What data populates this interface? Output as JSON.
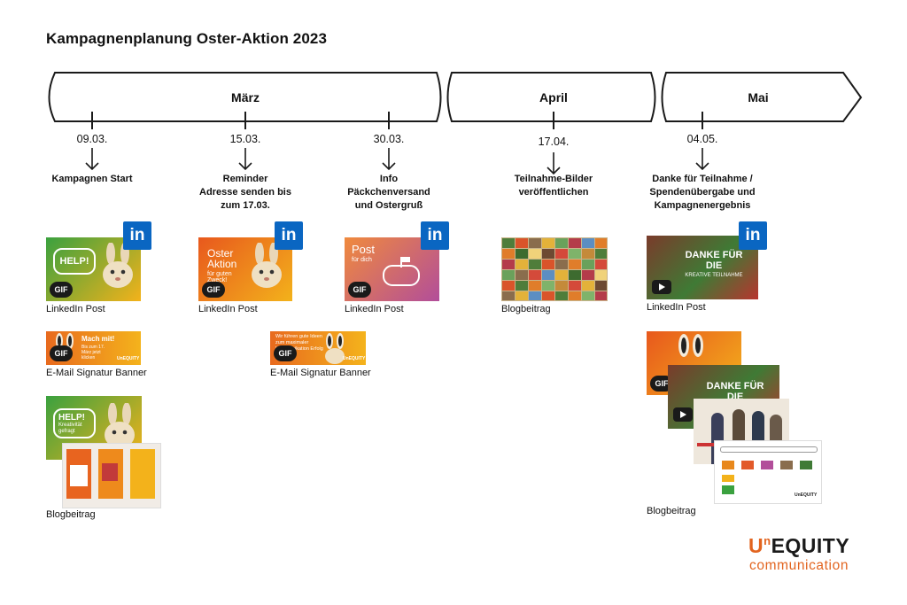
{
  "title": "Kampagnenplanung Oster-Aktion 2023",
  "months": [
    "März",
    "April",
    "Mai"
  ],
  "events": [
    {
      "date": "09.03.",
      "label": [
        "Kampagnen Start"
      ]
    },
    {
      "date": "15.03.",
      "label": [
        "Reminder",
        "Adresse senden bis",
        "zum 17.03."
      ]
    },
    {
      "date": "30.03.",
      "label": [
        "Info",
        "Päckchenversand",
        "und Ostergruß"
      ]
    },
    {
      "date": "17.04.",
      "label": [
        "Teilnahme-Bilder",
        "veröffentlichen"
      ]
    },
    {
      "date": "04.05.",
      "label": [
        "Danke für Teilnahme /",
        "Spendenübergabe und",
        "Kampagnenergebnis"
      ]
    }
  ],
  "captions": {
    "linkedin_post": "LinkedIn Post",
    "email_banner": "E-Mail Signatur Banner",
    "blog": "Blogbeitrag"
  },
  "thumb_text": {
    "help": "HELP!",
    "help2": "Kreativität gefragt",
    "oster": "Oster Aktion",
    "oster_small": "für guten Zweck!",
    "post": "Post",
    "post_small": "für dich",
    "machmit": "Mach mit!",
    "machmit_small": "Bis zum 17. März jetzt klicken",
    "banner2": "Wir führen gute Ideen zum maximaler Kommunikation Erfolg",
    "danke": "DANKE FÜR DIE",
    "danke_small": "KREATIVE TEILNAHME",
    "gif": "GIF",
    "brand": "UnEQUITY",
    "linkedin": "in"
  },
  "logo": {
    "line1_pre": "U",
    "line1_sup": "n",
    "line1_post": "EQUITY",
    "line2": "communication"
  },
  "colors": {
    "accent": "#e2641f",
    "linkedin": "#0a66c2",
    "green": "#3aa13f",
    "yellow": "#f3b21b"
  }
}
